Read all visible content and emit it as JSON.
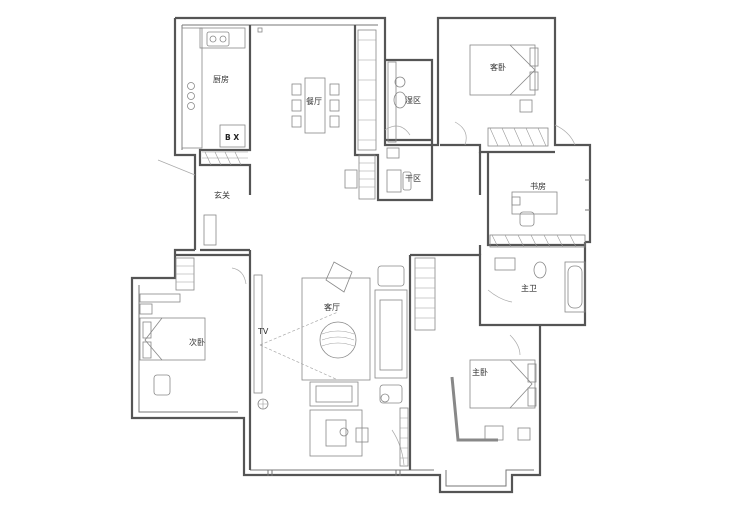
{
  "rooms": {
    "kitchen": "厨房",
    "dining": "餐厅",
    "wet_area": "湿区",
    "guest_bedroom": "客卧",
    "dry_area": "干区",
    "study": "书房",
    "entrance": "玄关",
    "living_room": "客厅",
    "master_bath": "主卫",
    "second_bedroom": "次卧",
    "master_bedroom": "主卧"
  },
  "labels": {
    "tv": "TV",
    "bx": "B X"
  }
}
